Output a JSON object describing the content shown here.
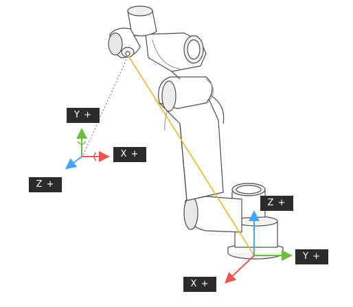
{
  "colors": {
    "outline": "#4a4a4a",
    "arm_fill": "#ffffff",
    "arm_shade": "#dcdcdc",
    "link_line": "#f2b21b",
    "x_axis": "#ef5350",
    "y_axis": "#6abf3b",
    "z_axis": "#42a5f5",
    "label_bg": "#2b2b2b",
    "label_text": "#ffffff"
  },
  "tool_frame": {
    "y_label": "Y +",
    "x_label": "X +",
    "z_label": "Z +"
  },
  "base_frame": {
    "z_label": "Z +",
    "y_label": "Y +",
    "x_label": "X +"
  }
}
